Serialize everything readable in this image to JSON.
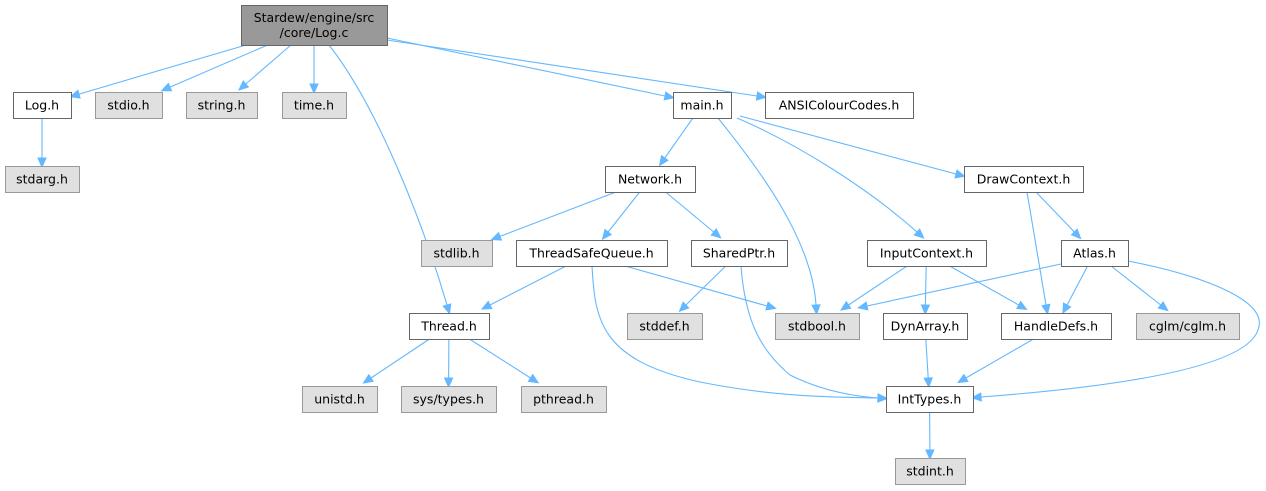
{
  "diagram": {
    "title": "Include dependency graph for Log.c",
    "colors": {
      "edge": "#63b8ff",
      "root_fill": "#999999",
      "local_fill": "#ffffff",
      "system_fill": "#e0e0e0"
    },
    "nodes": [
      {
        "id": "root",
        "label_lines": [
          "Stardew/engine/src",
          "/core/Log.c"
        ],
        "kind": "root"
      },
      {
        "id": "log_h",
        "label_lines": [
          "Log.h"
        ],
        "kind": "local"
      },
      {
        "id": "stdio_h",
        "label_lines": [
          "stdio.h"
        ],
        "kind": "system"
      },
      {
        "id": "string_h",
        "label_lines": [
          "string.h"
        ],
        "kind": "system"
      },
      {
        "id": "time_h",
        "label_lines": [
          "time.h"
        ],
        "kind": "system"
      },
      {
        "id": "main_h",
        "label_lines": [
          "main.h"
        ],
        "kind": "local"
      },
      {
        "id": "ansi_h",
        "label_lines": [
          "ANSIColourCodes.h"
        ],
        "kind": "local"
      },
      {
        "id": "stdarg_h",
        "label_lines": [
          "stdarg.h"
        ],
        "kind": "system"
      },
      {
        "id": "network_h",
        "label_lines": [
          "Network.h"
        ],
        "kind": "local"
      },
      {
        "id": "drawcontext_h",
        "label_lines": [
          "DrawContext.h"
        ],
        "kind": "local"
      },
      {
        "id": "stdlib_h",
        "label_lines": [
          "stdlib.h"
        ],
        "kind": "system"
      },
      {
        "id": "tsq_h",
        "label_lines": [
          "ThreadSafeQueue.h"
        ],
        "kind": "local"
      },
      {
        "id": "sharedptr_h",
        "label_lines": [
          "SharedPtr.h"
        ],
        "kind": "local"
      },
      {
        "id": "inputcontext_h",
        "label_lines": [
          "InputContext.h"
        ],
        "kind": "local"
      },
      {
        "id": "atlas_h",
        "label_lines": [
          "Atlas.h"
        ],
        "kind": "local"
      },
      {
        "id": "thread_h",
        "label_lines": [
          "Thread.h"
        ],
        "kind": "local"
      },
      {
        "id": "stddef_h",
        "label_lines": [
          "stddef.h"
        ],
        "kind": "system"
      },
      {
        "id": "stdbool_h",
        "label_lines": [
          "stdbool.h"
        ],
        "kind": "system"
      },
      {
        "id": "dynarray_h",
        "label_lines": [
          "DynArray.h"
        ],
        "kind": "local"
      },
      {
        "id": "handledefs_h",
        "label_lines": [
          "HandleDefs.h"
        ],
        "kind": "local"
      },
      {
        "id": "cglm_h",
        "label_lines": [
          "cglm/cglm.h"
        ],
        "kind": "system"
      },
      {
        "id": "unistd_h",
        "label_lines": [
          "unistd.h"
        ],
        "kind": "system"
      },
      {
        "id": "systypes_h",
        "label_lines": [
          "sys/types.h"
        ],
        "kind": "system"
      },
      {
        "id": "pthread_h",
        "label_lines": [
          "pthread.h"
        ],
        "kind": "system"
      },
      {
        "id": "inttypes_h",
        "label_lines": [
          "IntTypes.h"
        ],
        "kind": "local"
      },
      {
        "id": "stdint_h",
        "label_lines": [
          "stdint.h"
        ],
        "kind": "system"
      }
    ],
    "edges": [
      {
        "from": "root",
        "to": "log_h"
      },
      {
        "from": "root",
        "to": "stdio_h"
      },
      {
        "from": "root",
        "to": "string_h"
      },
      {
        "from": "root",
        "to": "time_h"
      },
      {
        "from": "root",
        "to": "thread_h"
      },
      {
        "from": "root",
        "to": "main_h"
      },
      {
        "from": "root",
        "to": "ansi_h"
      },
      {
        "from": "log_h",
        "to": "stdarg_h"
      },
      {
        "from": "main_h",
        "to": "network_h"
      },
      {
        "from": "main_h",
        "to": "stdbool_h"
      },
      {
        "from": "main_h",
        "to": "inputcontext_h"
      },
      {
        "from": "main_h",
        "to": "drawcontext_h"
      },
      {
        "from": "network_h",
        "to": "stdlib_h"
      },
      {
        "from": "network_h",
        "to": "tsq_h"
      },
      {
        "from": "network_h",
        "to": "sharedptr_h"
      },
      {
        "from": "tsq_h",
        "to": "thread_h"
      },
      {
        "from": "tsq_h",
        "to": "stdbool_h"
      },
      {
        "from": "tsq_h",
        "to": "inttypes_h"
      },
      {
        "from": "sharedptr_h",
        "to": "stddef_h"
      },
      {
        "from": "sharedptr_h",
        "to": "inttypes_h"
      },
      {
        "from": "drawcontext_h",
        "to": "handledefs_h"
      },
      {
        "from": "drawcontext_h",
        "to": "atlas_h"
      },
      {
        "from": "inputcontext_h",
        "to": "stdbool_h"
      },
      {
        "from": "inputcontext_h",
        "to": "dynarray_h"
      },
      {
        "from": "inputcontext_h",
        "to": "handledefs_h"
      },
      {
        "from": "atlas_h",
        "to": "stdbool_h"
      },
      {
        "from": "atlas_h",
        "to": "handledefs_h"
      },
      {
        "from": "atlas_h",
        "to": "cglm_h"
      },
      {
        "from": "atlas_h",
        "to": "inttypes_h"
      },
      {
        "from": "thread_h",
        "to": "unistd_h"
      },
      {
        "from": "thread_h",
        "to": "systypes_h"
      },
      {
        "from": "thread_h",
        "to": "pthread_h"
      },
      {
        "from": "dynarray_h",
        "to": "inttypes_h"
      },
      {
        "from": "handledefs_h",
        "to": "inttypes_h"
      },
      {
        "from": "inttypes_h",
        "to": "stdint_h"
      }
    ]
  }
}
